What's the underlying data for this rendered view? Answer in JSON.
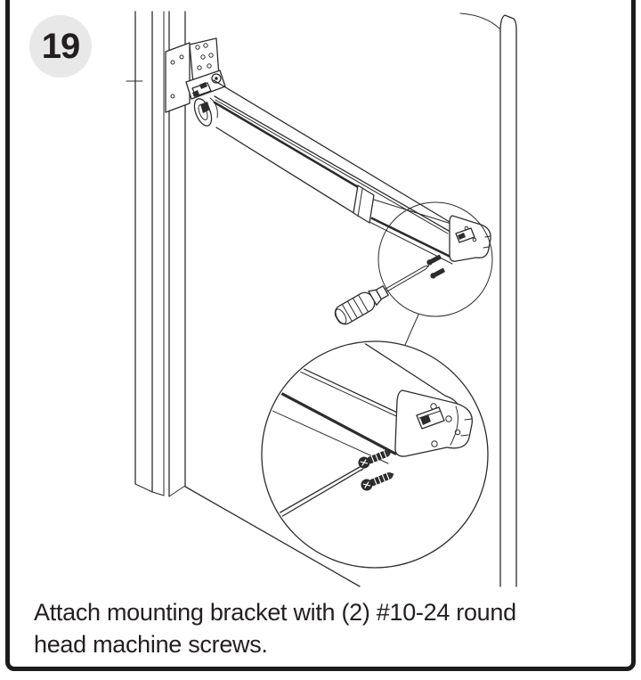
{
  "step": {
    "number": "19",
    "badge_bg": "#e8e8e9",
    "text_color": "#231f20"
  },
  "caption": {
    "line1": "Attach mounting bracket with (2) #10-24 round",
    "line2": "head machine screws.",
    "full_text": "Attach mounting bracket with (2) #10-24 round head machine screws."
  },
  "illustration": {
    "line_color": "#2c2c2c",
    "background": "#ffffff",
    "border_color": "#1c1c1c",
    "parts": [
      "door-frame",
      "hinge-assembly",
      "operator-arm",
      "mounting-bracket",
      "machine-screws",
      "screwdriver",
      "callout-circle",
      "zoom-detail-circle",
      "door-edge",
      "floor-line"
    ]
  }
}
